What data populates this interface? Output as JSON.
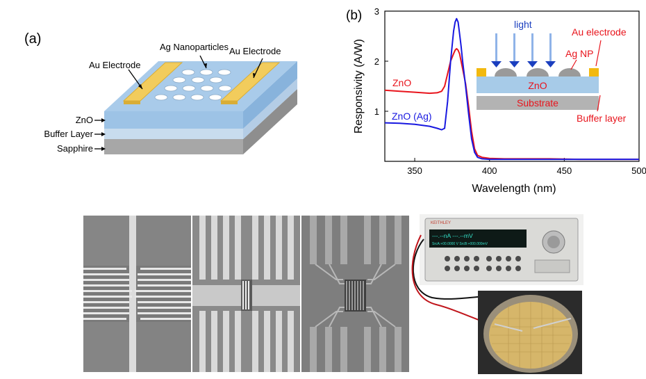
{
  "panel_a": {
    "label": "(a)",
    "au_left": "Au Electrode",
    "au_right": "Au Electrode",
    "ag_np": "Ag Nanoparticles",
    "zno": "ZnO",
    "buffer": "Buffer Layer",
    "sapphire": "Sapphire"
  },
  "panel_b": {
    "label": "(b)",
    "inset": {
      "light": "light",
      "au_electrode": "Au electrode",
      "ag_np": "Ag NP",
      "zno": "ZnO",
      "substrate": "Substrate",
      "buffer": "Buffer layer"
    }
  },
  "chart_data": {
    "type": "line",
    "xlabel": "Wavelength (nm)",
    "ylabel": "Responsivity (A/W)",
    "xlim": [
      330,
      500
    ],
    "ylim": [
      0,
      3
    ],
    "x_ticks": [
      "350",
      "400",
      "450",
      "500"
    ],
    "y_ticks": [
      "1",
      "2",
      "3"
    ],
    "series": [
      {
        "name": "ZnO",
        "color": "#e8141c",
        "x": [
          330,
          340,
          350,
          360,
          365,
          368,
          370,
          372,
          374,
          376,
          377,
          378,
          379,
          380,
          381,
          382,
          384,
          386,
          388,
          390,
          392,
          395,
          400,
          410,
          420,
          440,
          460,
          480,
          500
        ],
        "y": [
          1.42,
          1.4,
          1.38,
          1.36,
          1.37,
          1.4,
          1.5,
          1.75,
          2.0,
          2.15,
          2.22,
          2.25,
          2.22,
          2.15,
          2.0,
          1.85,
          1.55,
          1.1,
          0.6,
          0.25,
          0.12,
          0.08,
          0.06,
          0.05,
          0.05,
          0.05,
          0.04,
          0.04,
          0.04
        ]
      },
      {
        "name": "ZnO (Ag)",
        "color": "#1818e0",
        "x": [
          330,
          340,
          350,
          360,
          365,
          368,
          370,
          372,
          374,
          376,
          377,
          378,
          379,
          380,
          381,
          382,
          384,
          386,
          388,
          390,
          392,
          395,
          400,
          410,
          420,
          440,
          460,
          480,
          500
        ],
        "y": [
          0.77,
          0.76,
          0.74,
          0.7,
          0.66,
          0.63,
          0.66,
          1.2,
          2.0,
          2.6,
          2.78,
          2.85,
          2.78,
          2.55,
          2.3,
          2.0,
          1.5,
          0.95,
          0.45,
          0.18,
          0.08,
          0.05,
          0.04,
          0.04,
          0.04,
          0.04,
          0.04,
          0.04,
          0.04
        ]
      }
    ]
  },
  "instrument": {
    "brand": "KEITHLEY",
    "display_line1": "---.--nA  ---.--mV",
    "display_line2": "SrcA:+00.0000 V SrcB:+000.000mV"
  }
}
